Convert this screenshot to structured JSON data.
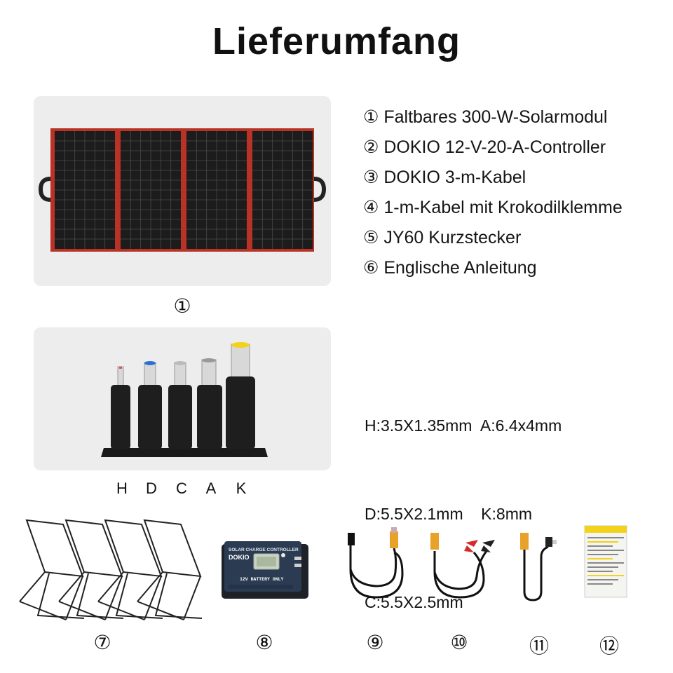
{
  "title": "Lieferumfang",
  "contents": [
    "① Faltbares 300-W-Solarmodul",
    "② DOKIO 12-V-20-A-Controller",
    "③ DOKIO 3-m-Kabel",
    "④ 1-m-Kabel mit Krokodilklemme",
    "⑤ JY60 Kurzstecker",
    "⑥ Englische Anleitung"
  ],
  "panel_number": "①",
  "plug_sizes": {
    "line1": "H:3.5X1.35mm  A:6.4x4mm",
    "line2": "D:5.5X2.1mm    K:8mm",
    "line3": "C:5.5X2.5mm"
  },
  "plug_labels": [
    "H",
    "D",
    "C",
    "A",
    "K"
  ],
  "controller": {
    "header": "SOLAR CHARGE CONTROLLER",
    "brand": "DOKIO",
    "battery": "12V BATTERY ONLY"
  },
  "bottom_numbers": [
    "⑦",
    "⑧",
    "⑨",
    "⑩",
    "⑪",
    "⑫"
  ],
  "colors": {
    "panel_frame": "#c0392b",
    "cell": "#1c1c1c",
    "box_bg": "#ededed",
    "plug_tip_blue": "#2d6fd6",
    "plug_tip_yellow": "#f2d21b",
    "clip_red": "#d62a2a"
  },
  "icons": [
    "solar-panel-image",
    "dc-plug-adapters-image",
    "folding-stand-image",
    "charge-controller-image",
    "cable-image",
    "alligator-clip-cable-image",
    "short-cable-image",
    "manual-image"
  ]
}
